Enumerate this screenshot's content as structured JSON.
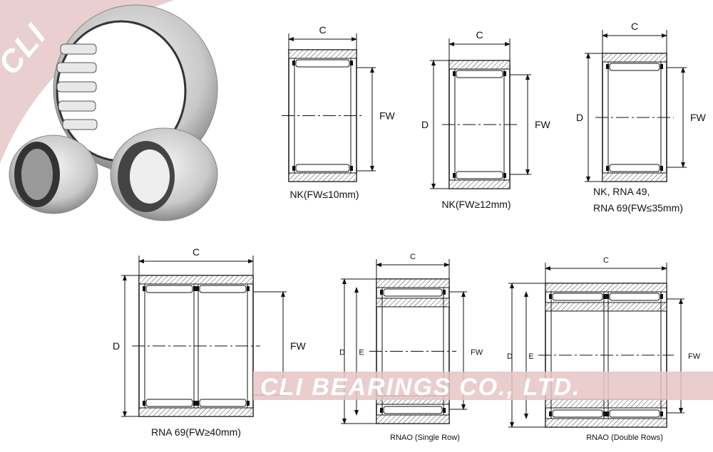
{
  "photo": {
    "logo_text": "CLI"
  },
  "watermark": {
    "text": "CLI BEARINGS CO., LTD.",
    "band_color": "#e6c4c4"
  },
  "diagrams": [
    {
      "caption": "NK(FW≤10mm)",
      "labels": {
        "c": "C",
        "fw": "FW"
      }
    },
    {
      "caption": "NK(FW≥12mm)",
      "labels": {
        "c": "C",
        "d": "D",
        "fw": "FW"
      }
    },
    {
      "caption_line1": "NK, RNA 49,",
      "caption_line2": "RNA 69(FW≤35mm)",
      "labels": {
        "c": "C",
        "d": "D",
        "fw": "FW"
      }
    },
    {
      "caption": "RNA 69(FW≥40mm)",
      "labels": {
        "c": "C",
        "d": "D",
        "fw": "FW"
      }
    },
    {
      "caption": "RNAO  (Single Row)",
      "labels": {
        "c": "C",
        "d": "D",
        "e": "E",
        "fw": "FW"
      }
    },
    {
      "caption": "RNAO  (Double Rows)",
      "labels": {
        "c": "C",
        "d": "D",
        "e": "E",
        "fw": "FW"
      }
    }
  ]
}
